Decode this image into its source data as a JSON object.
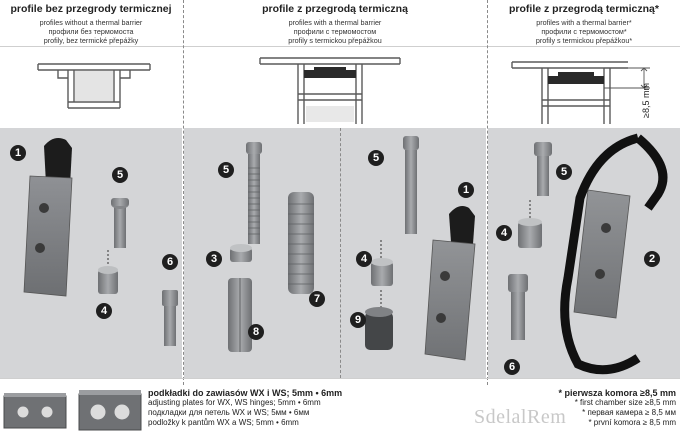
{
  "columns": [
    {
      "title": "profile bez przegrody termicznej",
      "lines": [
        "profiles without a thermal barrier",
        "профили без термомоста",
        "profily, bez termické přepážky"
      ]
    },
    {
      "title": "profile z przegrodą termiczną",
      "lines": [
        "profiles with a thermal barrier",
        "профили с термомостом",
        "profily s termickou přepážkou"
      ]
    },
    {
      "title": "profile z przegrodą termiczną*",
      "lines": [
        "profiles with a thermal barrier*",
        "профили с термомостом*",
        "profily s termickou přepážkou*"
      ]
    }
  ],
  "dimension_label": "≥8,5 mm",
  "callouts": {
    "c1a": "1",
    "c5a": "5",
    "c4a": "4",
    "c6a": "6",
    "c5b": "5",
    "c3": "3",
    "c7": "7",
    "c8": "8",
    "c5c": "5",
    "c1b": "1",
    "c4c": "4",
    "c9": "9",
    "c5d": "5",
    "c4d": "4",
    "c2": "2",
    "c6d": "6"
  },
  "footer": {
    "title": "podkładki do zawiasów WX i WS; 5mm • 6mm",
    "lines": [
      "adjusting plates for WX, WS hinges; 5mm • 6mm",
      "подкладки для петель WX и WS; 5мм • 6мм",
      "podložky k pantům WX a WS; 5mm • 6mm"
    ],
    "note_title": "* pierwsza komora ≥8,5 mm",
    "note_lines": [
      "* first chamber size ≥8,5 mm",
      "* первая камера ≥ 8,5 мм",
      "* první komora ≥ 8,5 mm"
    ]
  },
  "watermark": "SdelalRem",
  "colors": {
    "photo_bg": "#d4d5d7",
    "metal": "#8d8f92",
    "dark": "#1f1f1f"
  }
}
